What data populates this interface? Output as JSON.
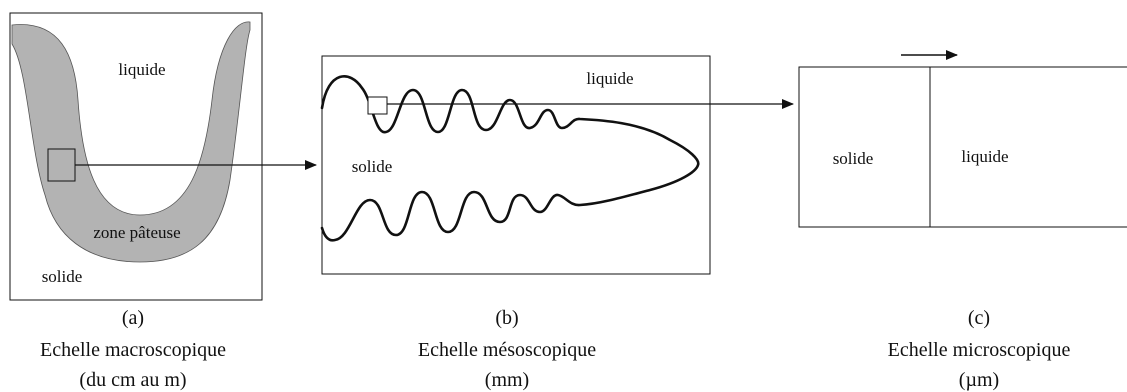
{
  "colors": {
    "ink": "#111111",
    "paste_zone": "#b3b3b3",
    "background": "#ffffff"
  },
  "panel_a": {
    "liquid": "liquide",
    "paste_zone": "zone pâteuse",
    "solid": "solide",
    "letter": "(a)",
    "scale": "Echelle macroscopique",
    "range": "(du cm au m)"
  },
  "panel_b": {
    "liquid": "liquide",
    "solid": "solide",
    "letter": "(b)",
    "scale": "Echelle mésoscopique",
    "range": "(mm)"
  },
  "panel_c": {
    "solid": "solide",
    "liquid": "liquide",
    "letter": "(c)",
    "scale": "Echelle microscopique",
    "range": "(µm)"
  }
}
